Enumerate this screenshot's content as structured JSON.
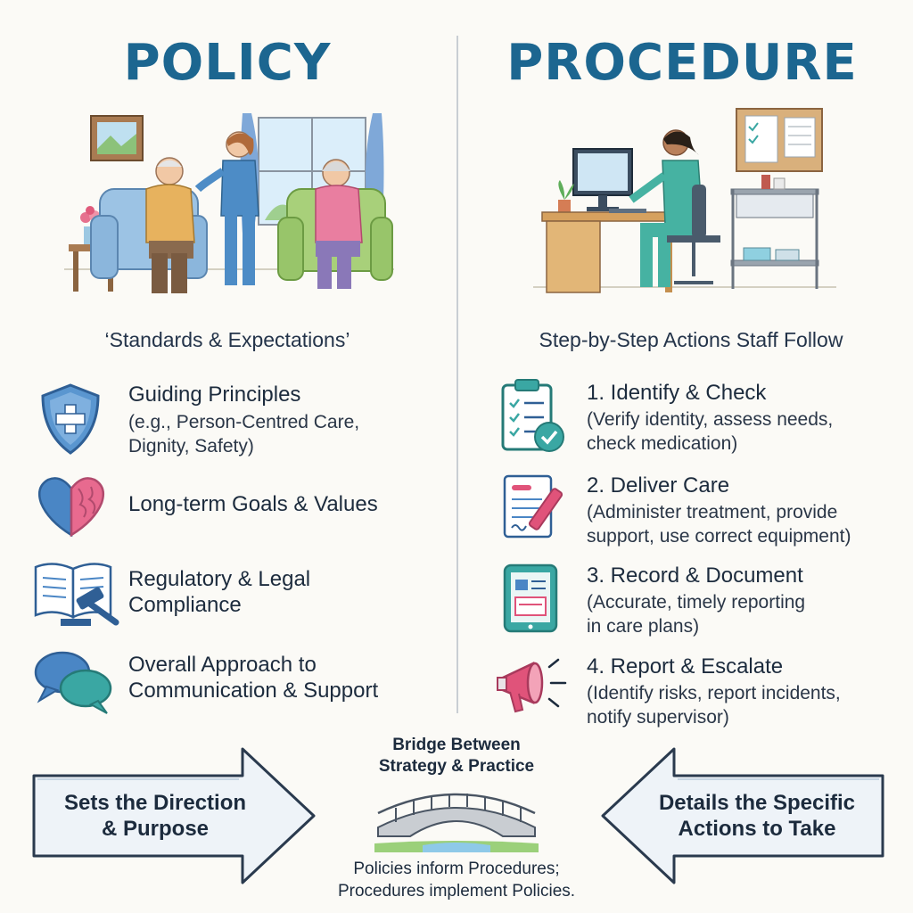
{
  "policy": {
    "title": "POLICY",
    "subtitle": "‘Standards & Expectations’",
    "items": [
      {
        "icon": "shield-cross-icon",
        "title": "Guiding Principles",
        "desc_lines": [
          "(e.g., Person-Centred Care,",
          "Dignity, Safety)"
        ]
      },
      {
        "icon": "heart-brain-icon",
        "title": "Long-term Goals & Values",
        "desc_lines": []
      },
      {
        "icon": "book-gavel-icon",
        "title_lines": [
          "Regulatory & Legal",
          "Compliance"
        ],
        "desc_lines": []
      },
      {
        "icon": "speech-bubbles-icon",
        "title_lines": [
          "Overall Approach to",
          "Communication & Support"
        ],
        "desc_lines": []
      }
    ],
    "arrow_lines": [
      "Sets the Direction",
      "& Purpose"
    ]
  },
  "procedure": {
    "title": "PROCEDURE",
    "subtitle": "Step-by-Step Actions Staff Follow",
    "items": [
      {
        "icon": "clipboard-check-icon",
        "title": "1. Identify & Check",
        "desc_lines": [
          "(Verify identity, assess needs,",
          "check medication)"
        ]
      },
      {
        "icon": "document-pen-icon",
        "title": "2. Deliver Care",
        "desc_lines": [
          "(Administer treatment, provide",
          "support, use correct equipment)"
        ]
      },
      {
        "icon": "tablet-record-icon",
        "title": "3. Record & Document",
        "desc_lines": [
          "(Accurate, timely reporting",
          "in care plans)"
        ]
      },
      {
        "icon": "megaphone-icon",
        "title": "4. Report & Escalate",
        "desc_lines": [
          "(Identify risks, report incidents,",
          "notify supervisor)"
        ]
      }
    ],
    "arrow_lines": [
      "Details the Specific",
      "Actions to Take"
    ]
  },
  "bridge": {
    "title_lines": [
      "Bridge Between",
      "Strategy & Practice"
    ],
    "caption_lines": [
      "Policies inform Procedures;",
      "Procedures implement Policies."
    ]
  },
  "colors": {
    "title_blue": "#1c6690",
    "accent_teal": "#3aa7a3",
    "accent_pink": "#e0537a",
    "shield_blue": "#4a86c5",
    "arrow_fill": "#eef3f8"
  }
}
